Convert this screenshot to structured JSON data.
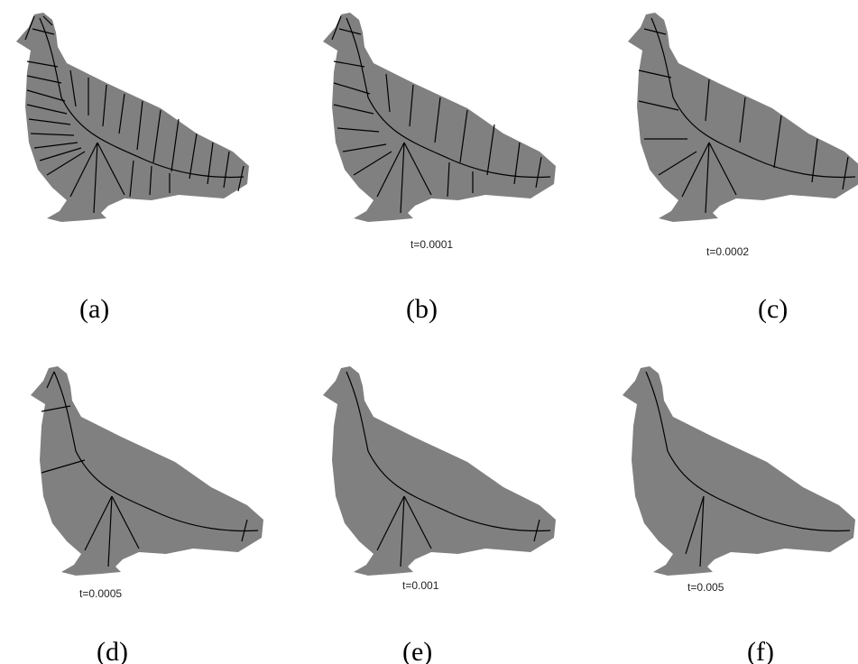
{
  "figure": {
    "panels": [
      {
        "letter": "(a)",
        "t_label": ""
      },
      {
        "letter": "(b)",
        "t_label": "t=0.0001"
      },
      {
        "letter": "(c)",
        "t_label": "t=0.0002"
      },
      {
        "letter": "(d)",
        "t_label": "t=0.0005"
      },
      {
        "letter": "(e)",
        "t_label": "t=0.001"
      },
      {
        "letter": "(f)",
        "t_label": "t=0.005"
      }
    ],
    "colors": {
      "silhouette": "#808080",
      "skeleton": "#000000",
      "background": "#ffffff"
    }
  }
}
